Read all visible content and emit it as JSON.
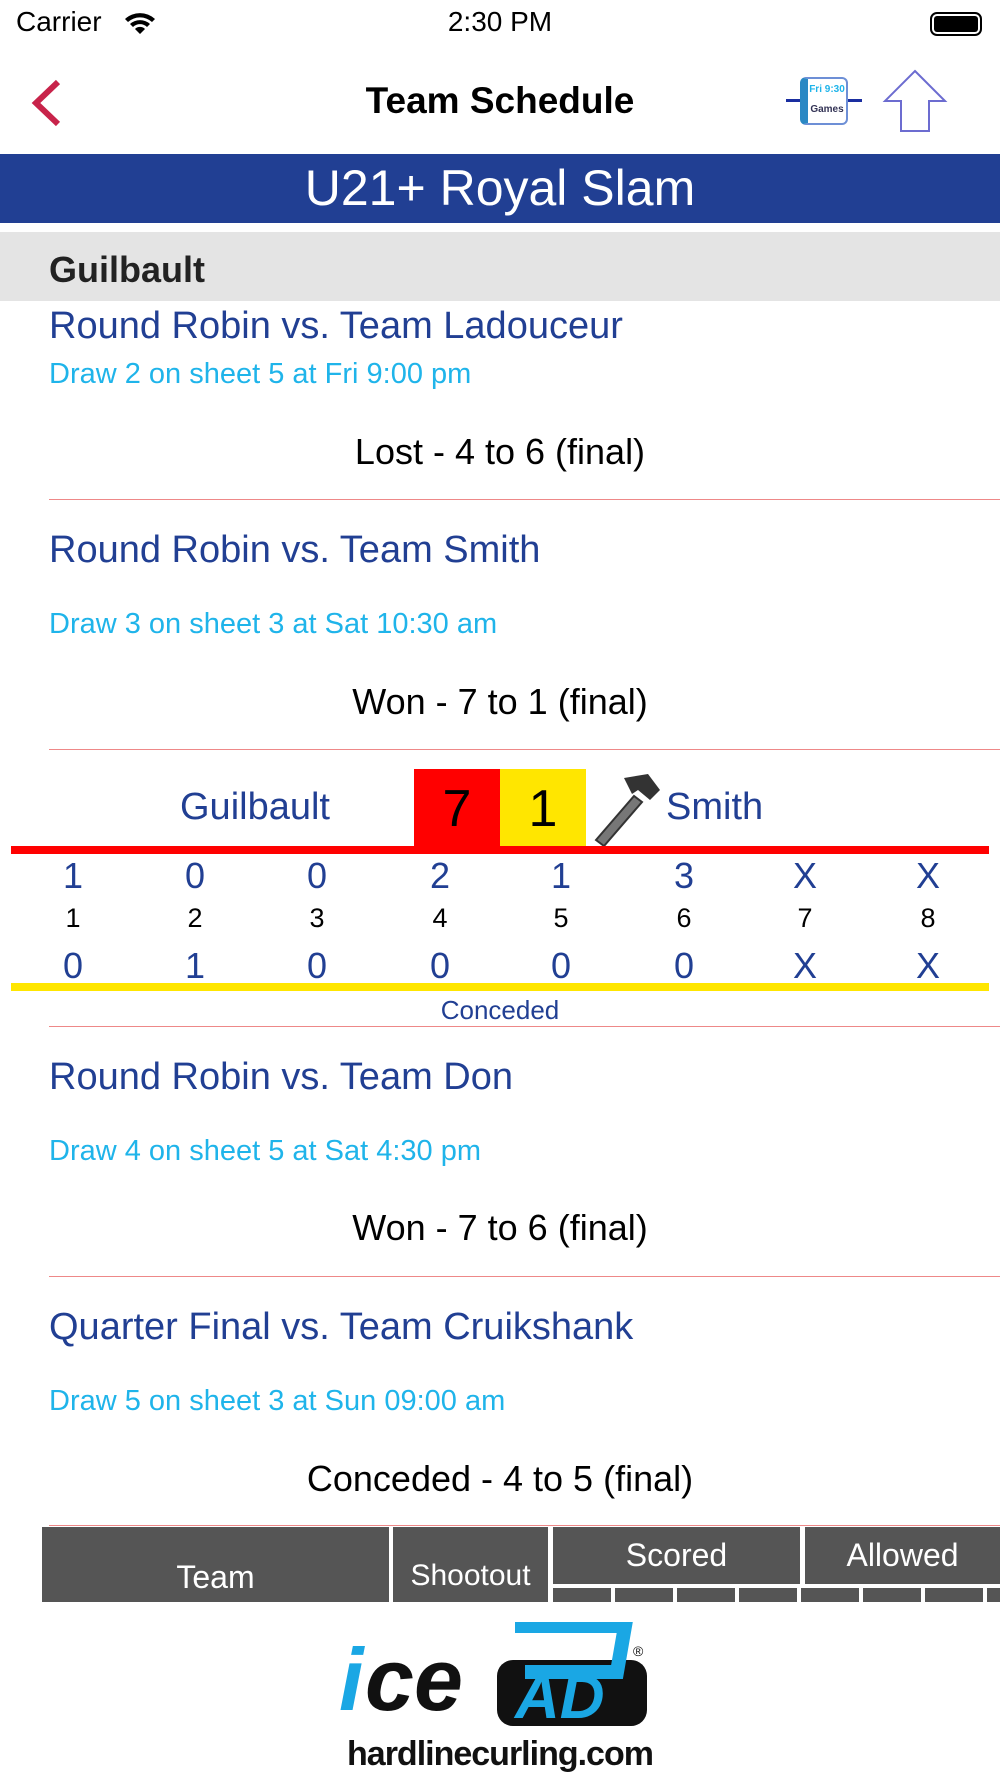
{
  "status": {
    "carrier": "Carrier",
    "time": "2:30 PM"
  },
  "nav": {
    "title": "Team Schedule",
    "games_icon": {
      "top": "Fri 9:30",
      "bottom": "Games"
    }
  },
  "banner": "U21+ Royal Slam",
  "section": "Guilbault",
  "games": [
    {
      "title": "Round Robin vs. Team Ladouceur",
      "draw": "Draw 2 on sheet 5 at Fri 9:00 pm",
      "result": "Lost - 4 to 6 (final)"
    },
    {
      "title": "Round Robin vs. Team Smith",
      "draw": "Draw 3 on sheet 3 at Sat 10:30 am",
      "result": "Won - 7 to 1 (final)"
    },
    {
      "title": "Round Robin vs. Team Don",
      "draw": "Draw 4 on sheet 5 at Sat 4:30 pm",
      "result": "Won - 7 to 6 (final)"
    },
    {
      "title": "Quarter Final vs. Team Cruikshank",
      "draw": "Draw 5 on sheet 3 at Sun 09:00 am",
      "result": "Conceded - 4 to 5 (final)"
    }
  ],
  "linescore": {
    "team1": "Guilbault",
    "score1": "7",
    "team2": "Smith",
    "score2": "1",
    "team1_ends": [
      "1",
      "0",
      "0",
      "2",
      "1",
      "3",
      "X",
      "X"
    ],
    "ends": [
      "1",
      "2",
      "3",
      "4",
      "5",
      "6",
      "7",
      "8"
    ],
    "team2_ends": [
      "0",
      "1",
      "0",
      "0",
      "0",
      "0",
      "X",
      "X"
    ],
    "note": "Conceded",
    "colors": {
      "team1": "#ff0000",
      "team2": "#ffe600"
    }
  },
  "table": {
    "team": "Team",
    "shootout": "Shootout",
    "scored": "Scored",
    "allowed": "Allowed"
  },
  "logo": {
    "brand": "icePAD",
    "site": "hardlinecurling.com"
  }
}
